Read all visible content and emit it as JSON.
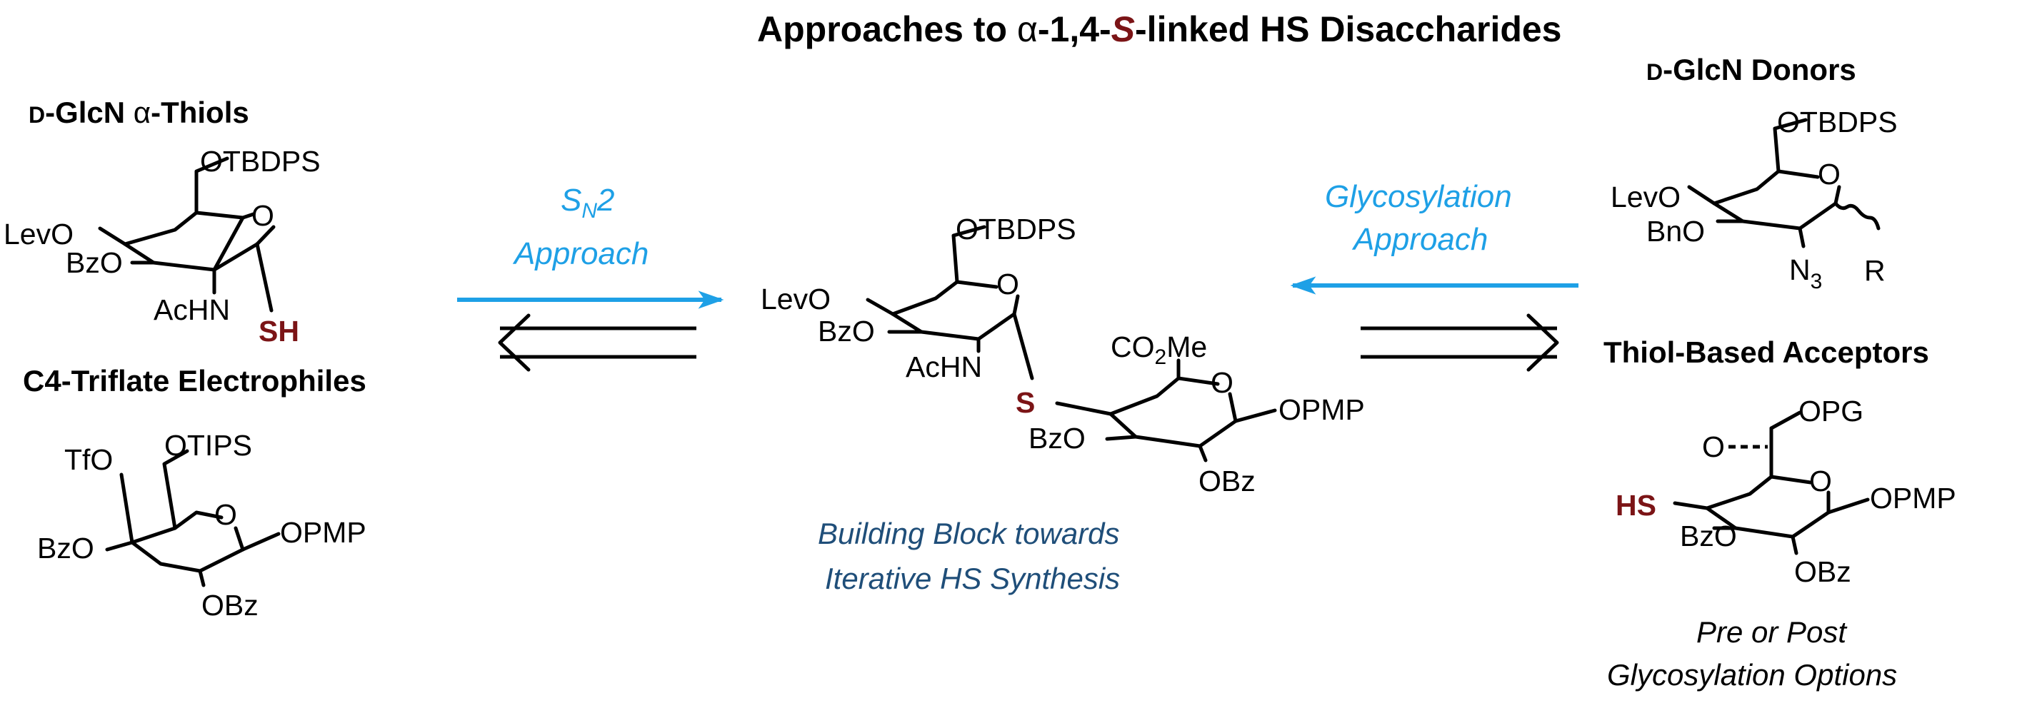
{
  "title": {
    "prefix": "Approaches to ",
    "alpha": "α",
    "middle": "-1,4-",
    "s_letter": "S",
    "suffix": "-linked HS Disaccharides"
  },
  "left_top": {
    "heading_prefix": "D",
    "heading_middle": "-GlcN ",
    "heading_alpha": "α",
    "heading_suffix": "-Thiols",
    "labels": {
      "otbdps": "OTBDPS",
      "levo": "LevO",
      "bzo": "BzO",
      "o": "O",
      "achn": "AcHN",
      "sh": "SH"
    }
  },
  "left_bottom": {
    "heading": "C4-Triflate Electrophiles",
    "labels": {
      "tfo": "TfO",
      "otips": "OTIPS",
      "o": "O",
      "bzo": "BzO",
      "opmp": "OPMP",
      "obz": "OBz"
    }
  },
  "sn2_arrow": {
    "label_s": "S",
    "label_n": "N",
    "label_2": "2",
    "label_line2": "Approach",
    "color": "#1ea0e6"
  },
  "center": {
    "labels": {
      "otbdps": "OTBDPS",
      "levo": "LevO",
      "bzo": "BzO",
      "o": "O",
      "achn": "AcHN",
      "s": "S",
      "co2me_co": "CO",
      "co2me_2": "2",
      "co2me_me": "Me",
      "o2": "O",
      "opmp": "OPMP",
      "bzo2": "BzO",
      "obz": "OBz"
    },
    "caption_line1": "Building Block towards",
    "caption_line2": "Iterative HS Synthesis"
  },
  "glyco_arrow": {
    "label_line1": "Glycosylation",
    "label_line2": "Approach",
    "color": "#1ea0e6"
  },
  "right_top": {
    "heading_prefix": "D",
    "heading_suffix": "-GlcN Donors",
    "labels": {
      "otbdps": "OTBDPS",
      "levo": "LevO",
      "bno": "BnO",
      "o": "O",
      "n": "N",
      "n3": "3",
      "r": "R"
    }
  },
  "right_bottom": {
    "heading": "Thiol-Based Acceptors",
    "labels": {
      "opg": "OPG",
      "o_carbonyl": "O",
      "o": "O",
      "hs": "HS",
      "bzo": "BzO",
      "opmp": "OPMP",
      "obz": "OBz"
    },
    "caption_line1": "Pre or Post",
    "caption_line2": "Glycosylation Options"
  },
  "colors": {
    "highlight": "#7b1416",
    "caption": "#1f4e79",
    "arrow_blue": "#1ea0e6"
  }
}
